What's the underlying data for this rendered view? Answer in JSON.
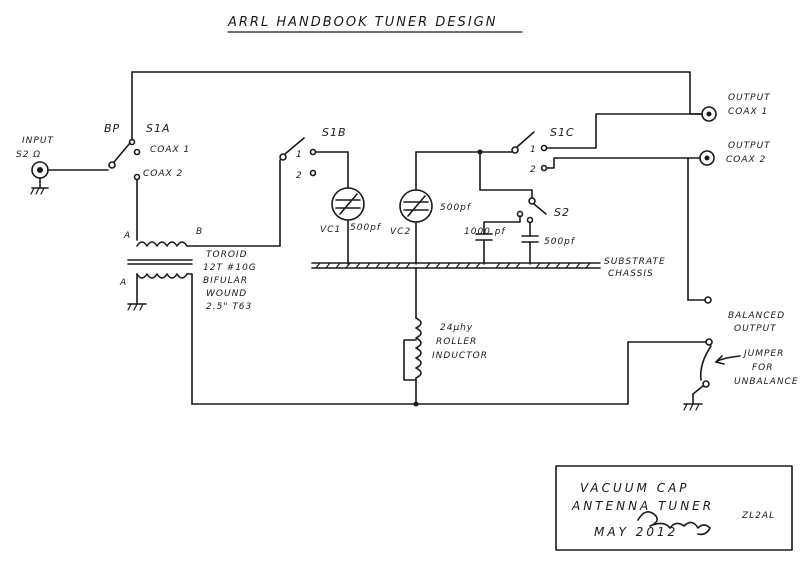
{
  "title": "ARRL HANDBOOK TUNER DESIGN",
  "input": {
    "label": "INPUT",
    "connector": "S2 Ω"
  },
  "bypass": "BP",
  "s1a": {
    "label": "S1A",
    "pos1": "COAX 1",
    "pos2": "COAX 2"
  },
  "toroid": {
    "term_a_top": "A",
    "term_b_top": "B",
    "term_a_bottom": "A",
    "line1": "TOROID",
    "line2": "12T #10G",
    "line3": "BIFULAR",
    "line4": "WOUND",
    "line5": "2.5\" T63"
  },
  "s1b": {
    "label": "S1B",
    "pos1": "1",
    "pos2": "2"
  },
  "vc1": {
    "label": "VC1",
    "value": "500pf"
  },
  "vc2": {
    "label": "VC2",
    "value": "500pf"
  },
  "s1c": {
    "label": "S1C",
    "pos1": "1",
    "pos2": "2"
  },
  "s2": {
    "label": "S2",
    "cap1": "1000 pf",
    "cap2": "500pf"
  },
  "substrate": {
    "line1": "SUBSTRATE",
    "line2": "CHASSIS"
  },
  "inductor": {
    "line1": "24μhy",
    "line2": "ROLLER",
    "line3": "INDUCTOR"
  },
  "outputs": {
    "coax1": {
      "line1": "OUTPUT",
      "line2": "COAX 1"
    },
    "coax2": {
      "line1": "OUTPUT",
      "line2": "COAX 2"
    },
    "balanced": {
      "line1": "BALANCED",
      "line2": "OUTPUT"
    },
    "jumper": {
      "line1": "JUMPER",
      "line2": "FOR",
      "line3": "UNBALANCE"
    }
  },
  "title_block": {
    "line1": "VACUUM CAP",
    "line2": "ANTENNA TUNER",
    "callsign": "ZL2AL",
    "date": "MAY 2012"
  }
}
